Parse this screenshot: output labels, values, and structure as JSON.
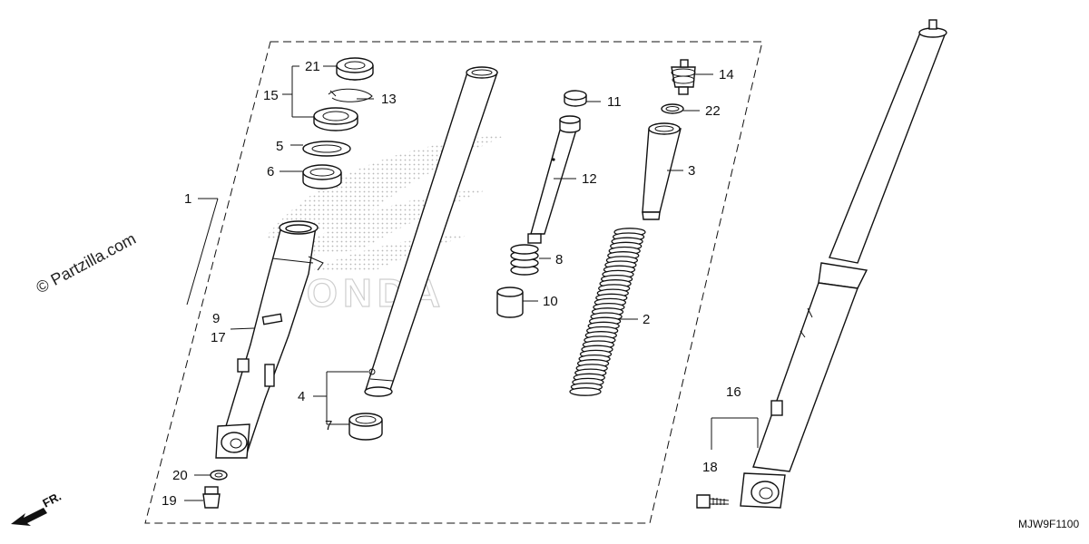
{
  "watermark": "© Partzilla.com",
  "diagram_code": "MJW9F1100",
  "direction_label": "FR.",
  "brand_watermark": "HONDA",
  "callouts": {
    "c1": "1",
    "c2": "2",
    "c3": "3",
    "c4": "4",
    "c5": "5",
    "c6": "6",
    "c7": "7",
    "c8": "8",
    "c9": "9",
    "c10": "10",
    "c11": "11",
    "c12": "12",
    "c13": "13",
    "c14": "14",
    "c15": "15",
    "c16": "16",
    "c17": "17",
    "c18": "18",
    "c19": "19",
    "c20": "20",
    "c21": "21",
    "c22": "22"
  }
}
